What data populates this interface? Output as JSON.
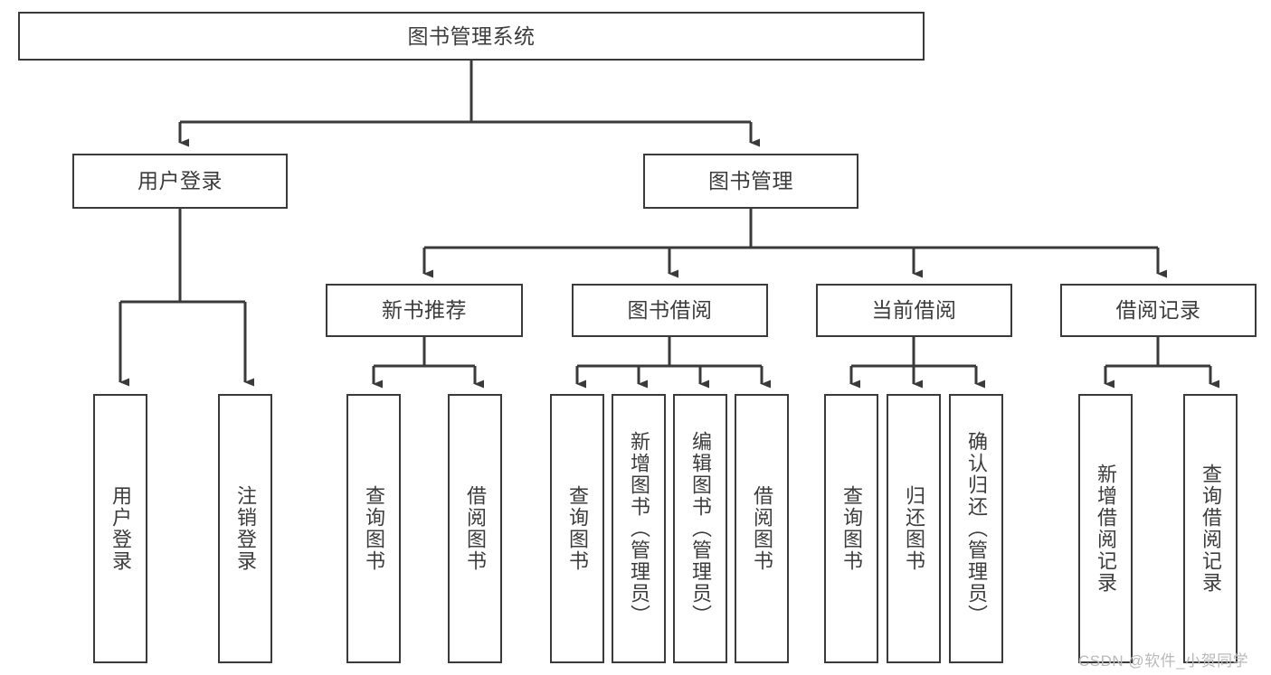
{
  "diagram": {
    "title": "图书管理系统",
    "type": "tree-hierarchy-chart",
    "root": {
      "label": "图书管理系统"
    },
    "level2": [
      {
        "label": "用户登录"
      },
      {
        "label": "图书管理"
      }
    ],
    "level3": [
      {
        "label": "新书推荐"
      },
      {
        "label": "图书借阅"
      },
      {
        "label": "当前借阅"
      },
      {
        "label": "借阅记录"
      }
    ],
    "leaves": {
      "user_login": [
        {
          "label": "用户登录"
        },
        {
          "label": "注销登录"
        }
      ],
      "new_book_recommend": [
        {
          "label": "查询图书"
        },
        {
          "label": "借阅图书"
        }
      ],
      "book_borrow": [
        {
          "label": "查询图书"
        },
        {
          "label": "新增图书（管理员）"
        },
        {
          "label": "编辑图书（管理员）"
        },
        {
          "label": "借阅图书"
        }
      ],
      "current_borrow": [
        {
          "label": "查询图书"
        },
        {
          "label": "归还图书"
        },
        {
          "label": "确认归还（管理员）"
        }
      ],
      "borrow_record": [
        {
          "label": "新增借阅记录"
        },
        {
          "label": "查询借阅记录"
        }
      ]
    }
  },
  "watermark": {
    "text": "CSDN @软件_小贺同学"
  },
  "colors": {
    "box_border": "#3a3a3a",
    "box_fill": "#ffffff",
    "text": "#3c3c3c",
    "connector": "#3a3a3a",
    "watermark": "#b9b9b9"
  }
}
